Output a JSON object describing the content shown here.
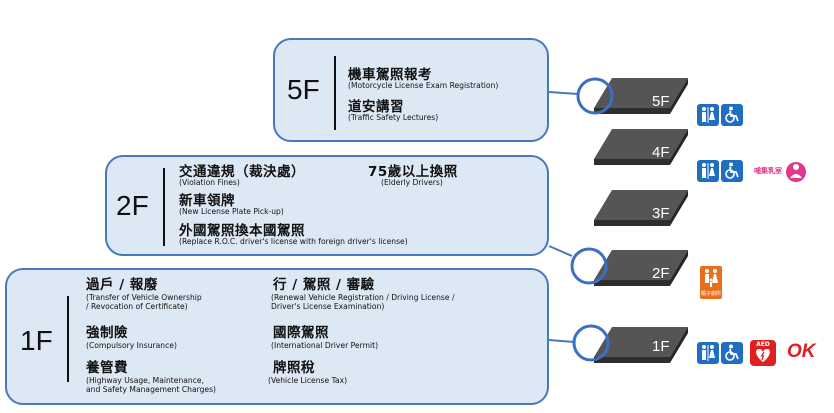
{
  "colors": {
    "panel_fill": "#dde8f5",
    "panel_border": "#4a78bd",
    "slab": "#3d3d3d",
    "icon_blue": "#1f6ec2",
    "icon_pink": "#e0388a",
    "icon_orange": "#e8701c",
    "icon_red": "#e02020"
  },
  "slabs": [
    "5F",
    "4F",
    "3F",
    "2F",
    "1F"
  ],
  "floor5": {
    "label": "5F",
    "items": [
      {
        "zh": "機車駕照報考",
        "en": "(Motorcycle License Exam Registration)"
      },
      {
        "zh": "道安講習",
        "en": "(Traffic Safety Lectures)"
      }
    ]
  },
  "floor2": {
    "label": "2F",
    "items": [
      {
        "zh": "交通違規（裁決處）",
        "en": "(Violation Fines)"
      },
      {
        "zh": "75歲以上換照",
        "en": "(Elderly Drivers)"
      },
      {
        "zh": "新車領牌",
        "en": "(New License Plate Pick-up)"
      },
      {
        "zh": "外國駕照換本國駕照",
        "en": "(Replace R.O.C. driver's license with foreign driver's license)"
      }
    ]
  },
  "floor1": {
    "label": "1F",
    "items": [
      {
        "zh": "過戶 / 報廢",
        "en1": "(Transfer of Vehicle Ownership",
        "en2": "/ Revocation of Certificate)"
      },
      {
        "zh": "行 / 駕照 / 審驗",
        "en1": "(Renewal Vehicle Registration / Driving License /",
        "en2": "Driver's License Examination)"
      },
      {
        "zh": "強制險",
        "en1": "(Compulsory Insurance)"
      },
      {
        "zh": "國際駕照",
        "en1": "(International Driver Permit)"
      },
      {
        "zh": "養管費",
        "en1": "(Highway Usage, Maintenance,",
        "en2": "and Safety Management Charges)"
      },
      {
        "zh": "牌照稅",
        "en1": "(Vehicle License Tax)"
      }
    ]
  },
  "icons": {
    "nursing_label": "哺集乳室",
    "family_label": "親子廁所",
    "aed_label": "AED",
    "ok_label": "OK"
  }
}
